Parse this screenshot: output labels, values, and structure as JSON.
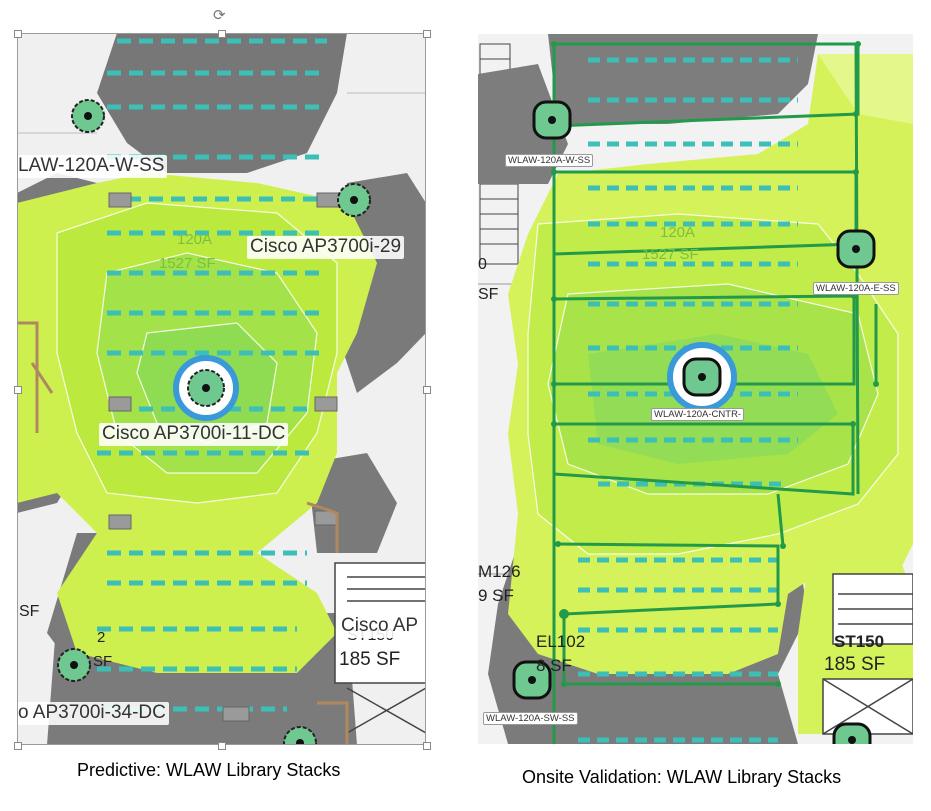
{
  "left": {
    "caption": "Predictive: WLAW Library Stacks",
    "ap_labels": {
      "w": "LAW-120A-W-SS",
      "ne": "Cisco AP3700i-29",
      "center": "Cisco AP3700i-11-DC",
      "sw": "o AP3700i-34-DC",
      "se": "Cisco AP"
    },
    "room": {
      "name": "120A",
      "area": "1527 SF",
      "st_name": "ST150",
      "st_area": "185 SF",
      "left_area": "SF",
      "left_small": "2",
      "left_small_sf": "SF"
    }
  },
  "right": {
    "caption": "Onsite Validation: WLAW Library Stacks",
    "ap_labels": {
      "w": "WLAW-120A-W-SS",
      "e": "WLAW-120A-E-SS",
      "center": "WLAW-120A-CNTR-",
      "sw": "WLAW-120A-SW-SS"
    },
    "room": {
      "name": "120A",
      "area": "1527 SF",
      "m126": "M126",
      "m126_sf": "9 SF",
      "el102": "EL102",
      "el102_sf": "8 SF",
      "st_name": "ST150",
      "st_area": "185 SF",
      "left_sf": "SF",
      "left_0": "0"
    }
  },
  "colors": {
    "coverage_strong": "#9be34f",
    "coverage_mid": "#c5ef43",
    "coverage_light": "#dcf56a",
    "dead_zone": "#7d7d7d",
    "shelf": "#3bbfb6",
    "walk_path": "#239a49",
    "ap_ring": "#3a9ad9",
    "ap_fill": "#6fc890"
  },
  "icons": [
    "rotate-handle-icon",
    "access-point-icon",
    "stair-icon"
  ]
}
